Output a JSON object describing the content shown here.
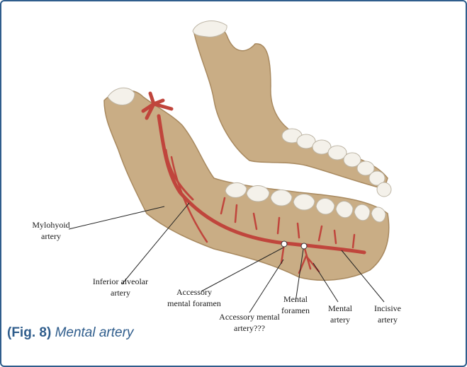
{
  "labels": {
    "mylohyoid": [
      "Mylohyoid",
      "artery"
    ],
    "inferior_alveolar": [
      "Inferior alveolar",
      "artery"
    ],
    "accessory_foramen": [
      "Accessory",
      "mental foramen"
    ],
    "accessory_artery": [
      "Accessory mental",
      "artery???"
    ],
    "mental_foramen": [
      "Mental",
      "foramen"
    ],
    "mental_artery": [
      "Mental",
      "artery"
    ],
    "incisive": [
      "Incisive",
      "artery"
    ]
  },
  "caption": {
    "fig": "(Fig. 8)",
    "title": "Mental artery"
  },
  "colors": {
    "bone": "#c9ad85",
    "bone_dark": "#a8895f",
    "artery": "#c0453c",
    "tooth": "#f4f1ea",
    "accent": "#2f5d8c"
  }
}
